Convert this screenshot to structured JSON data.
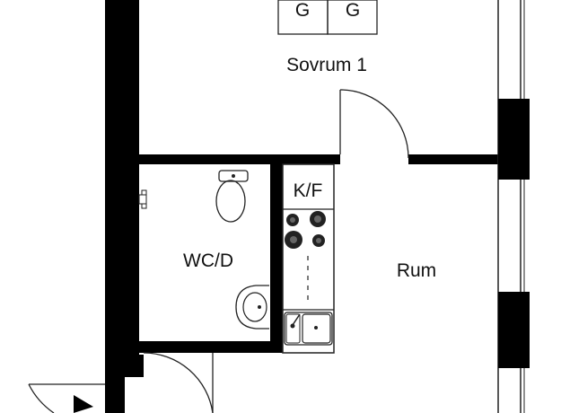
{
  "rooms": {
    "bedroom": "Sovrum 1",
    "bathroom": "WC/D",
    "kitchenette": "K/F",
    "living": "Rum"
  },
  "wardrobes": [
    "G",
    "G"
  ],
  "colors": {
    "wall": "#000000",
    "line": "#222222",
    "background": "#ffffff"
  }
}
